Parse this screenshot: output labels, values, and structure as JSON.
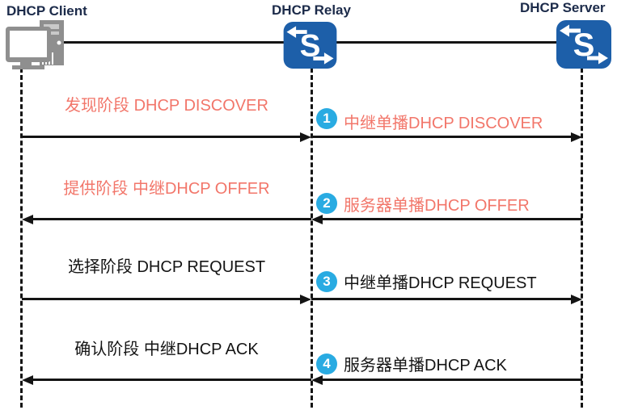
{
  "actors": {
    "client": {
      "label": "DHCP Client"
    },
    "relay": {
      "label": "DHCP Relay",
      "icon_letter": "S"
    },
    "server": {
      "label": "DHCP Server",
      "icon_letter": "S"
    }
  },
  "messages": [
    {
      "step": "1",
      "phase_label": "发现阶段 DHCP DISCOVER",
      "relay_side_label": "中继单播DHCP DISCOVER",
      "direction": "client-to-server",
      "emphasis": "highlight"
    },
    {
      "step": "2",
      "phase_label": "提供阶段 中继DHCP OFFER",
      "relay_side_label": "服务器单播DHCP OFFER",
      "direction": "server-to-client",
      "emphasis": "highlight"
    },
    {
      "step": "3",
      "phase_label": "选择阶段 DHCP REQUEST",
      "relay_side_label": "中继单播DHCP REQUEST",
      "direction": "client-to-server",
      "emphasis": "normal"
    },
    {
      "step": "4",
      "phase_label": "确认阶段 中继DHCP ACK",
      "relay_side_label": "服务器单播DHCP ACK",
      "direction": "server-to-client",
      "emphasis": "normal"
    }
  ],
  "colors": {
    "highlight_text": "#F2766A",
    "normal_text": "#141414",
    "badge": "#29ABE2",
    "switch_icon": "#1D5FA9",
    "pc_icon": "#8F8F8F",
    "header_text": "#1C2B4A",
    "line": "#141414"
  }
}
